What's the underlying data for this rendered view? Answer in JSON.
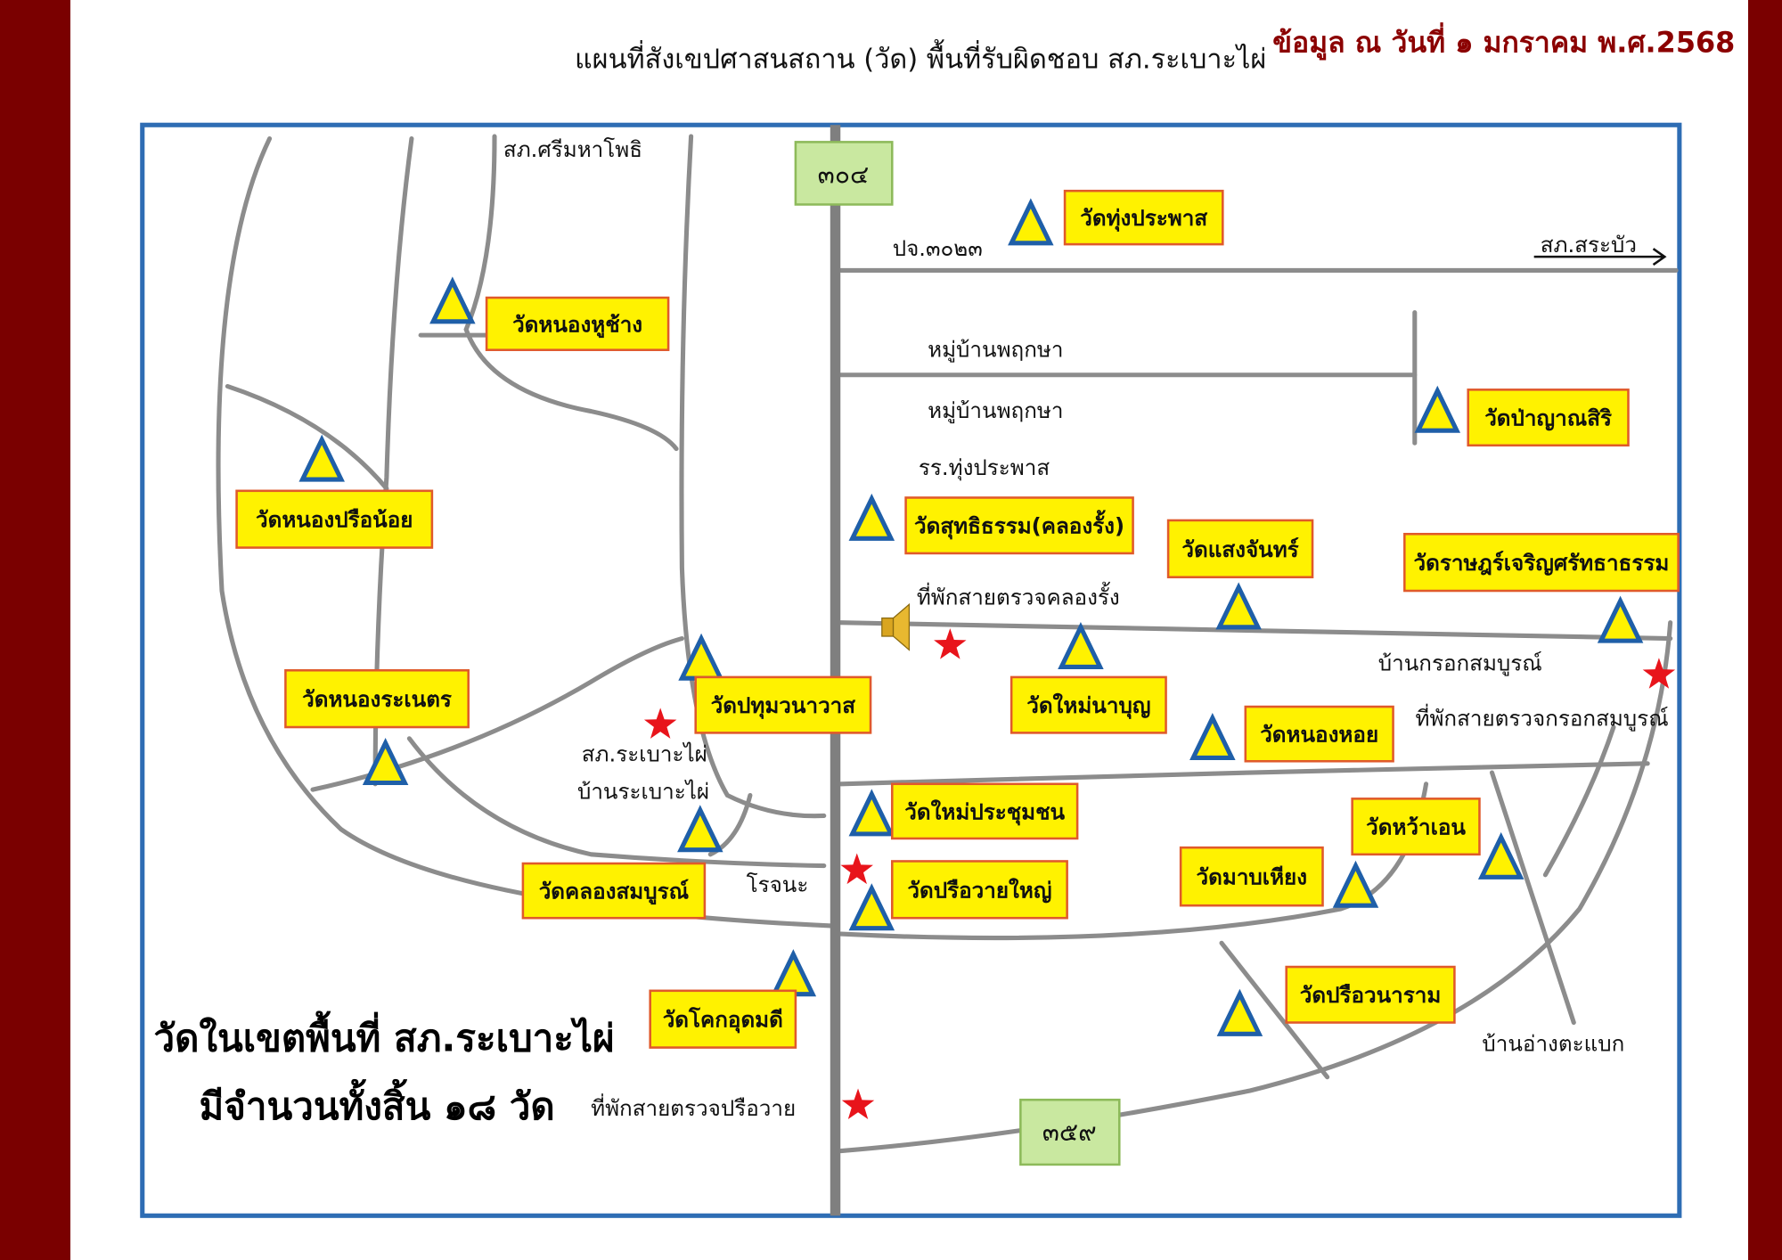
{
  "title": "แผนที่สังเขปศาสนสถาน (วัด) พื้นที่รับผิดชอบ สภ.ระเบาะไผ่",
  "date_note": "ข้อมูล ณ วันที่ ๑ มกราคม พ.ศ.2568",
  "road_signs": [
    "๓๐๔",
    "๓๕๙"
  ],
  "temples": [
    {
      "name": "วัดทุ่งประพาส"
    },
    {
      "name": "วัดหนองหูช้าง"
    },
    {
      "name": "วัดป่าญาณสิริ"
    },
    {
      "name": "วัดหนองปรือน้อย"
    },
    {
      "name": "วัดสุทธิธรรม(คลองรั้ง)"
    },
    {
      "name": "วัดแสงจันทร์"
    },
    {
      "name": "วัดราษฎร์เจริญศรัทธาธรรม"
    },
    {
      "name": "วัดปทุมวนาวาส"
    },
    {
      "name": "วัดหนองระเนตร"
    },
    {
      "name": "วัดใหม่นาบุญ"
    },
    {
      "name": "วัดหนองหอย"
    },
    {
      "name": "วัดใหม่ประชุมชน"
    },
    {
      "name": "วัดคลองสมบูรณ์"
    },
    {
      "name": "วัดปรือวายใหญ่"
    },
    {
      "name": "วัดหว้าเอน"
    },
    {
      "name": "วัดมาบเหียง"
    },
    {
      "name": "วัดปรือวนาราม"
    },
    {
      "name": "วัดโคกอุดมดี"
    }
  ],
  "places": [
    "สภ.ศรีมหาโพธิ",
    "ปจ.๓๐๒๓",
    "สภ.สระบัว",
    "หมู่บ้านพฤกษา",
    "หมู่บ้านพฤกษา",
    "รร.ทุ่งประพาส",
    "ที่พักสายตรวจคลองรั้ง",
    "บ้านกรอกสมบูรณ์",
    "ที่พักสายตรวจกรอกสมบูรณ์",
    "สภ.ระเบาะไผ่",
    "บ้านระเบาะไผ่",
    "โรจนะ",
    "บ้านอ่างตะแบก",
    "ที่พักสายตรวจปรือวาย"
  ],
  "summary": {
    "line1": "วัดในเขตพื้นที่ สภ.ระเบาะไผ่",
    "line2": "มีจำนวนทั้งสิ้น ๑๘ วัด"
  },
  "colors": {
    "band": "#7a0000",
    "date_note": "#8b0000",
    "label_fill": "#fff200",
    "label_border": "#e05a2a",
    "triangle_stroke": "#1f5fa8",
    "star": "#e8141b",
    "border": "#2e6db4"
  }
}
